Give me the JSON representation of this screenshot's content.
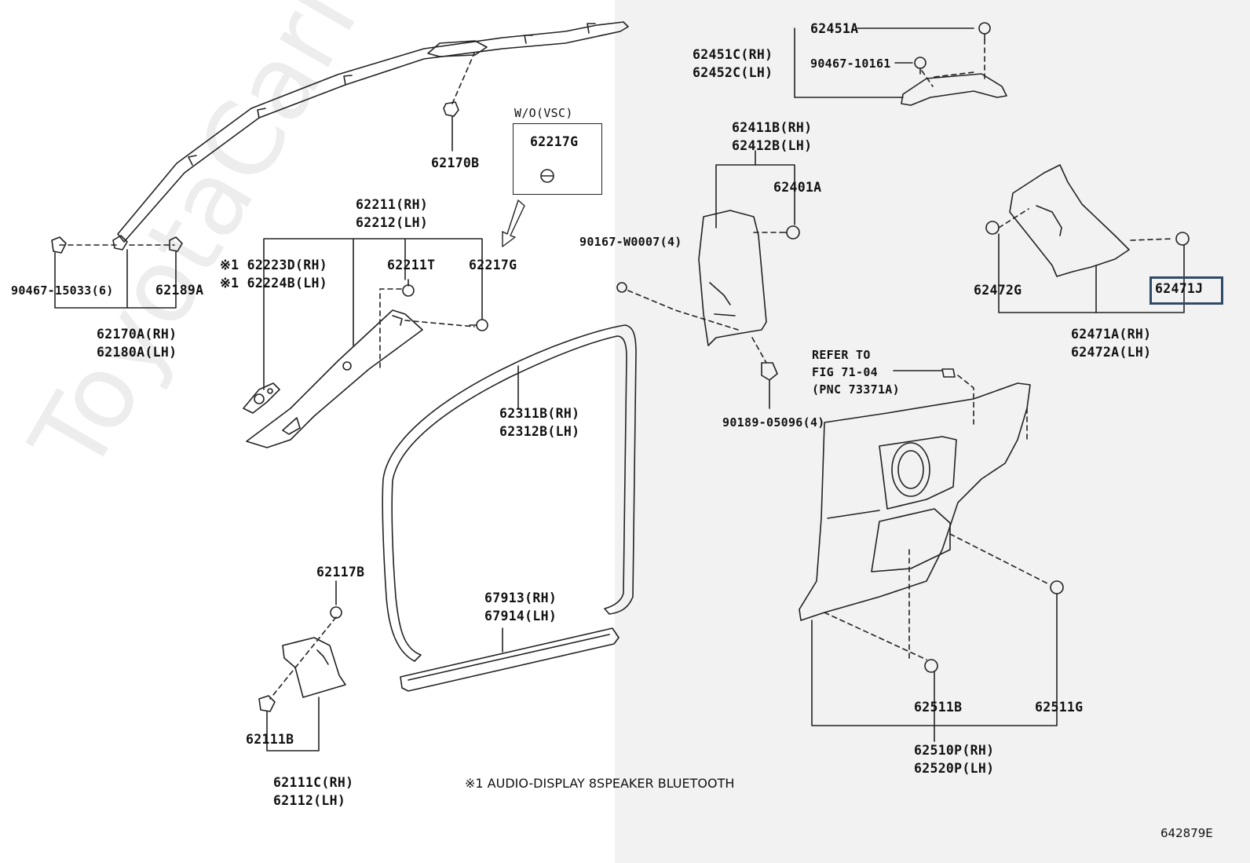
{
  "watermark": "ToyotaCarMine.ru",
  "figure_code": "642879E",
  "footnote": "※1 AUDIO-DISPLAY 8SPEAKER BLUETOOTH",
  "labels": {
    "p62170B": "62170B",
    "wo_vsc": "W/O(VSC)",
    "p62217G_box": "62217G",
    "p90467_15033": "90467-15033(6)",
    "p62189A": "62189A",
    "p62170A": "62170A(RH)",
    "p62180A": "62180A(LH)",
    "p62211": "62211(RH)",
    "p62212": "62212(LH)",
    "p62223D": "※1 62223D(RH)",
    "p62224B": "※1 62224B(LH)",
    "p62211T": "62211T",
    "p62217G": "62217G",
    "p62311B": "62311B(RH)",
    "p62312B": "62312B(LH)",
    "p62117B": "62117B",
    "p67913": "67913(RH)",
    "p67914": "67914(LH)",
    "p62111B": "62111B",
    "p62111C": "62111C(RH)",
    "p62112": "62112(LH)",
    "p62451A": "62451A",
    "p62451C": "62451C(RH)",
    "p62452C": "62452C(LH)",
    "p90467_10161": "90467-10161",
    "p62411B": "62411B(RH)",
    "p62412B": "62412B(LH)",
    "p62401A": "62401A",
    "p90167_W0007": "90167-W0007(4)",
    "p62472G": "62472G",
    "p62471J": "62471J",
    "p62471A": "62471A(RH)",
    "p62472A": "62472A(LH)",
    "refer1": "REFER TO",
    "refer2": "FIG 71-04",
    "refer3": "(PNC 73371A)",
    "p90189_05096": "90189-05096(4)",
    "p62511B": "62511B",
    "p62511G": "62511G",
    "p62510P": "62510P(RH)",
    "p62520P": "62520P(LH)"
  }
}
